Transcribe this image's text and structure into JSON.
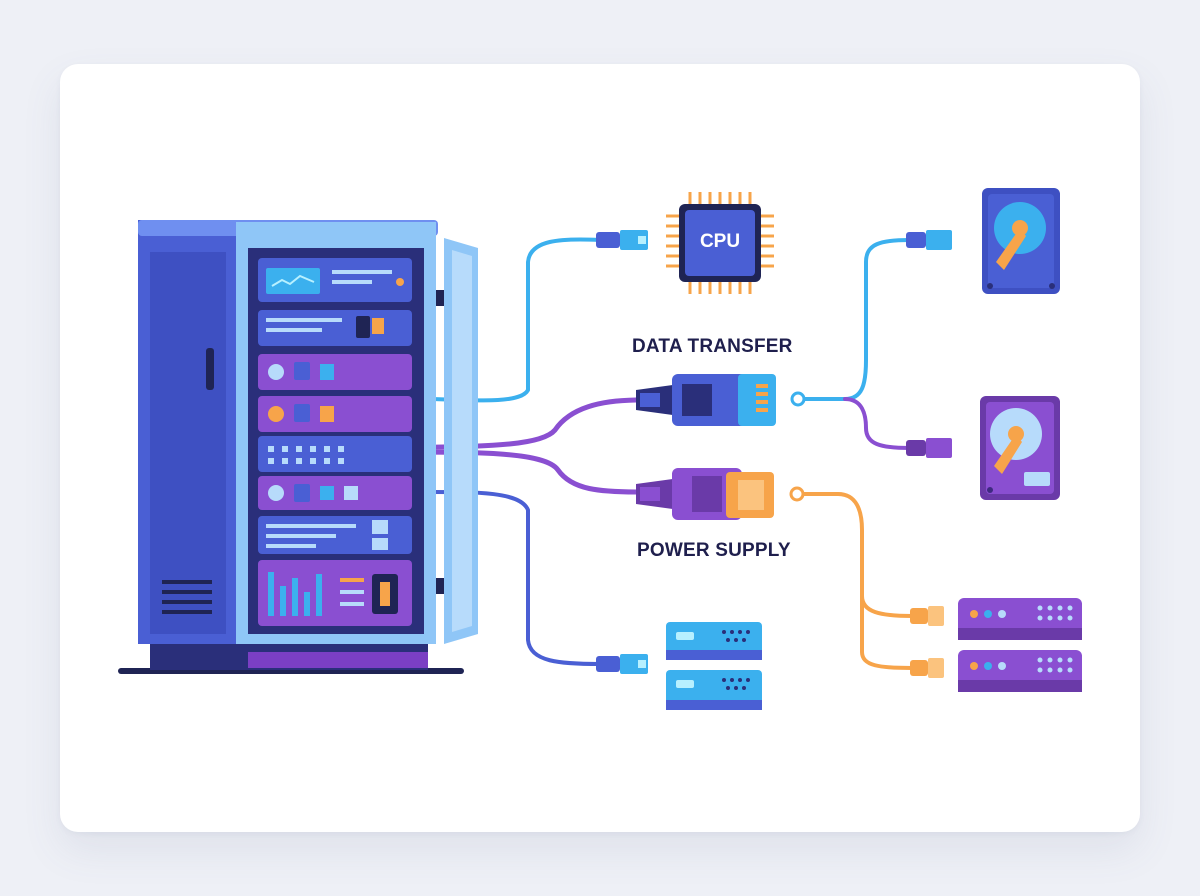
{
  "labels": {
    "data_transfer": "DATA TRANSFER",
    "power_supply": "POWER SUPPLY",
    "cpu": "CPU"
  },
  "colors": {
    "data_cable": "#3bb0ee",
    "power_cable": "#f7a44a",
    "network_cable": "#8a4fd1",
    "rack_body": "#4a5fd4",
    "rack_accent": "#8fc6f7",
    "text_dark": "#1f1f4d"
  },
  "icons": {
    "server_rack": "server-rack-icon",
    "cpu": "cpu-chip-icon",
    "ethernet_plug": "ethernet-plug-icon",
    "power_plug": "power-plug-icon",
    "hard_drive": "hard-drive-icon",
    "network_switch": "network-switch-icon"
  }
}
